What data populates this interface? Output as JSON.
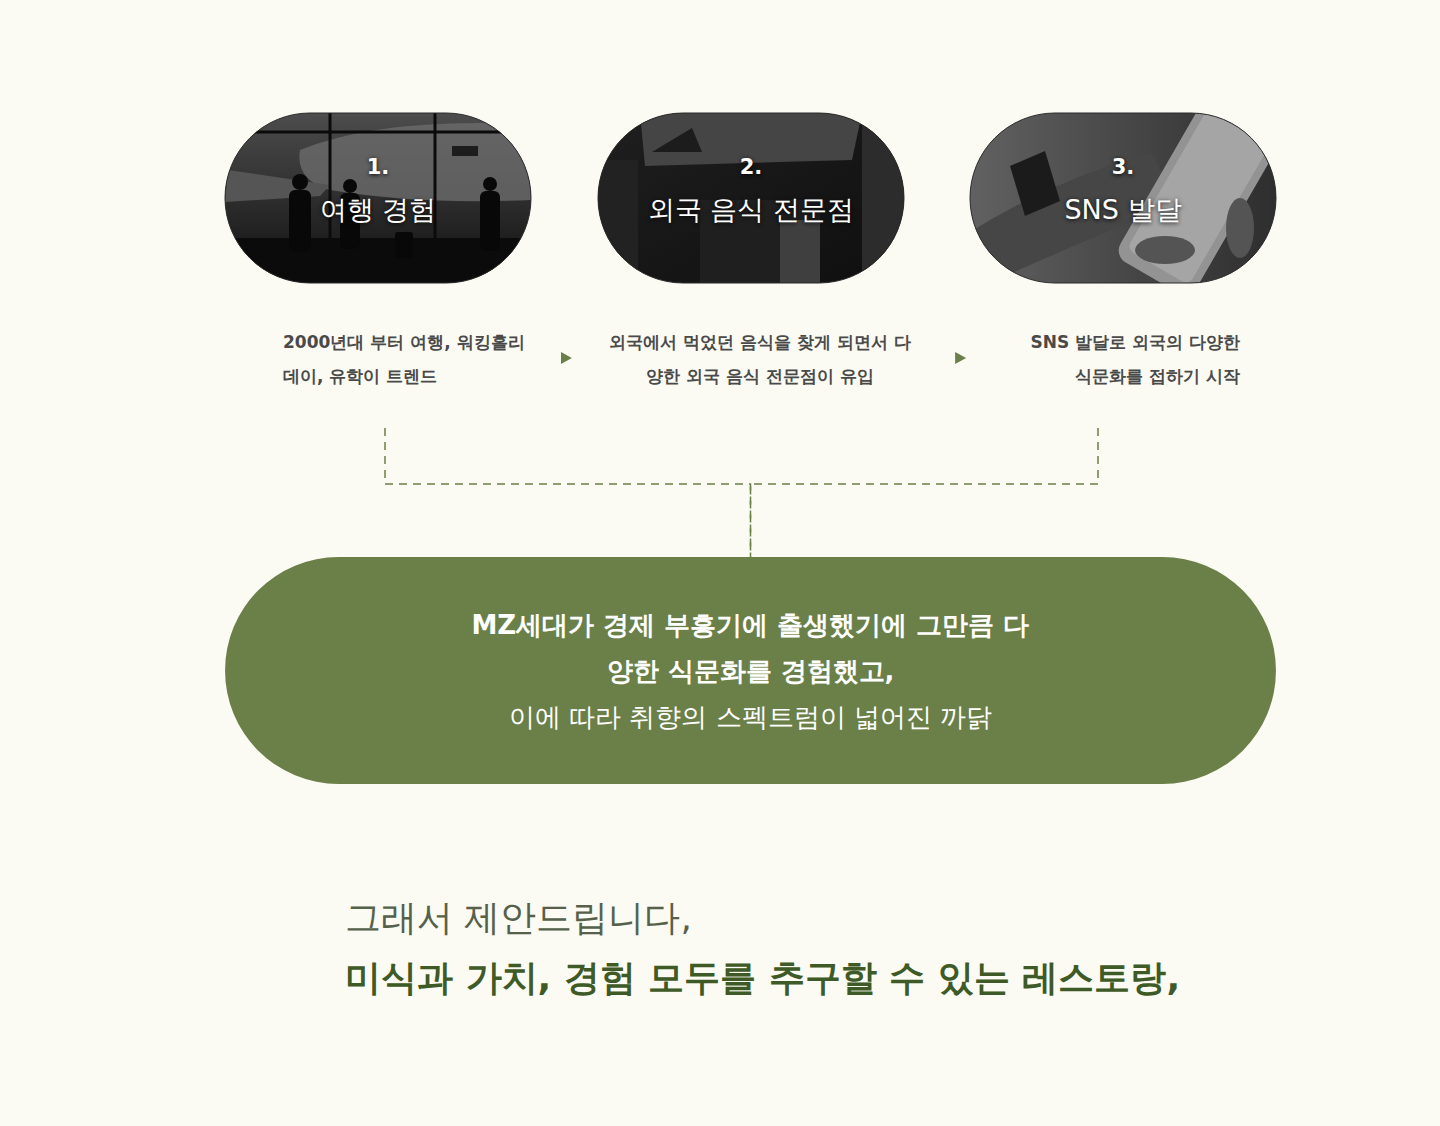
{
  "diagram": {
    "nodes": [
      {
        "text": [
          "1.",
          "여행 경험",
          "2000년대 부터 여행, 워킹홀리데이, 유학이 트렌드"
        ]
      },
      {
        "text": [
          "2.",
          "외국 음식 전문점",
          "외국에서 먹었던 음식을 찾게 되면서 다양한 외국 음식 전문점이 유입"
        ]
      },
      {
        "text": [
          "3.",
          "SNS 발달",
          "SNS 발달로 외국의 다양한 식문화를 접하기 시작"
        ]
      },
      {
        "text": [
          "MZ세대가 경제 부흥기에 출생했기에 그만큼 다양한 식문화를 경험했고,",
          "이에 따라 취향의 스펙트럼이 넓어진 까닭"
        ]
      }
    ],
    "edges": [
      {
        "from": 0,
        "to": 1,
        "arrow": "to"
      },
      {
        "from": 1,
        "to": 2,
        "arrow": "to"
      },
      {
        "from": 0,
        "to": 3,
        "arrow": "none"
      },
      {
        "from": 2,
        "to": 3,
        "arrow": "none"
      }
    ],
    "labels": [
      "그래서 제안드립니다,",
      "미식과 가치, 경험 모두를 추구할 수 있는 레스토랑,"
    ]
  }
}
